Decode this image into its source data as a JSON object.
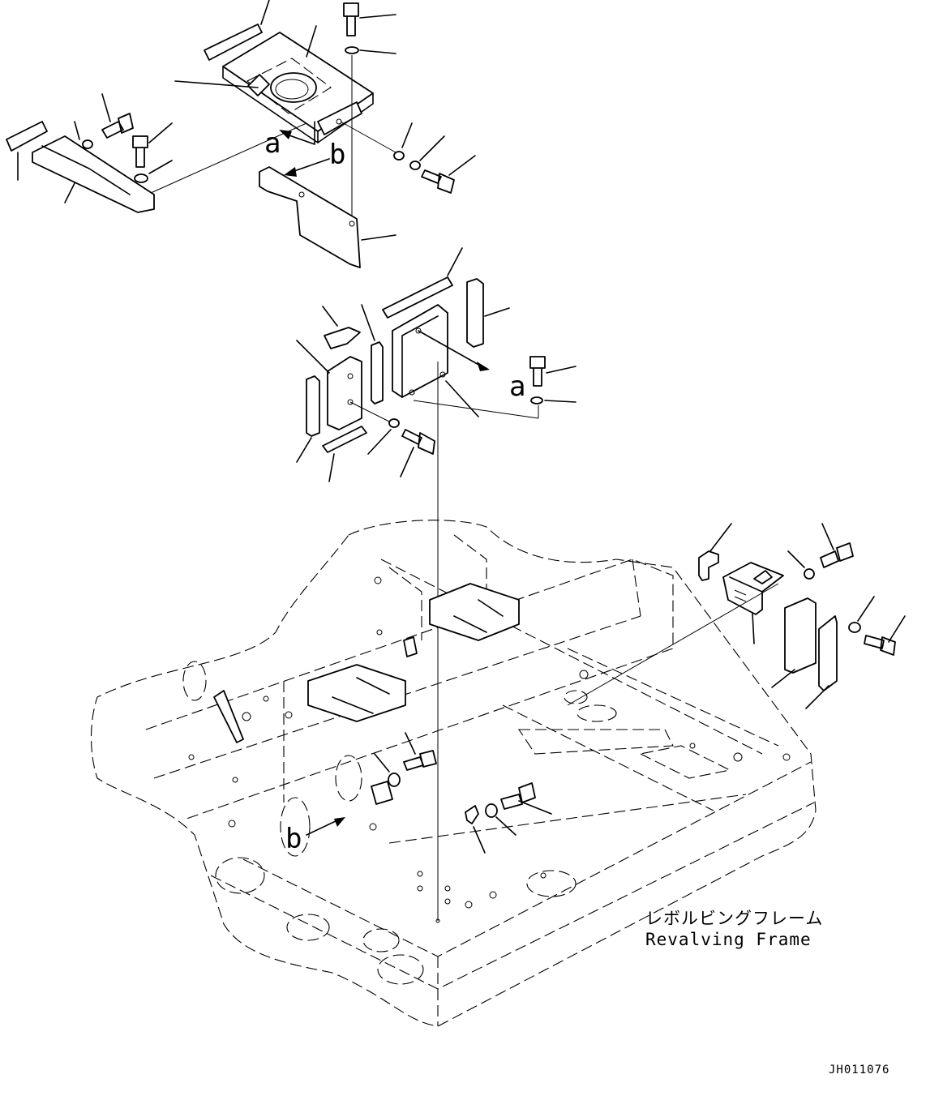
{
  "diagram": {
    "callout_a": "a",
    "callout_b": "b",
    "frame_label_jp": "レボルビングフレーム",
    "frame_label_en": "Revalving Frame",
    "drawing_code": "JH011076"
  }
}
